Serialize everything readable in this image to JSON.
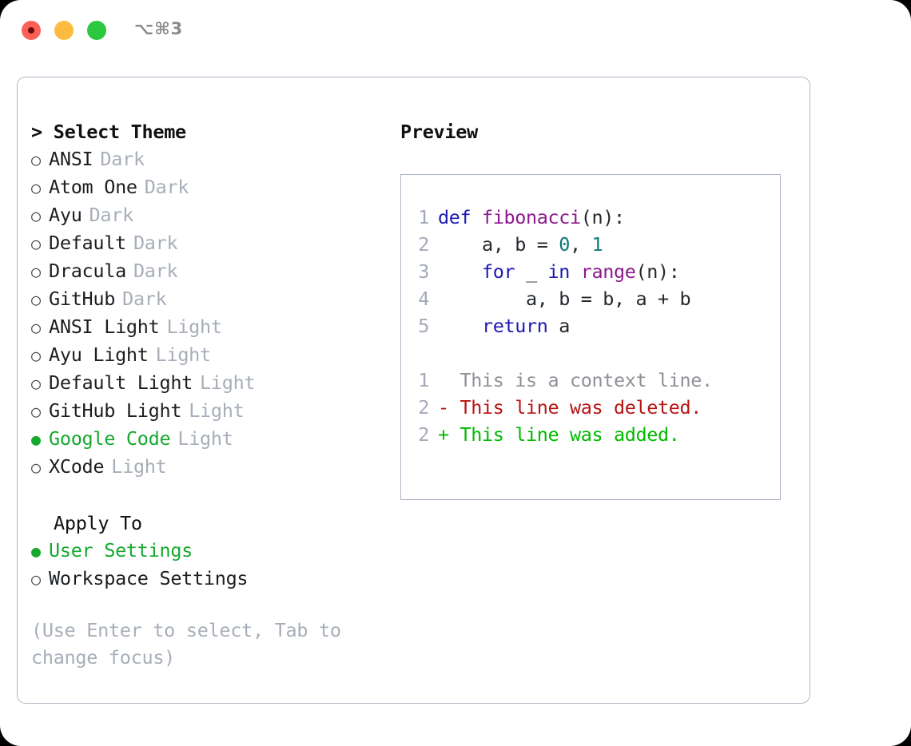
{
  "window": {
    "shortcut": "⌥⌘3",
    "lights": [
      {
        "name": "close",
        "color": "#fc6058"
      },
      {
        "name": "minimize",
        "color": "#fdbc40"
      },
      {
        "name": "maximize",
        "color": "#2bc840"
      }
    ]
  },
  "theme_picker": {
    "caret": ">",
    "title": "Select Theme",
    "bullet_off": "○",
    "bullet_on": "●",
    "options": [
      {
        "label": "ANSI",
        "tag": "Dark",
        "selected": false
      },
      {
        "label": "Atom One",
        "tag": "Dark",
        "selected": false
      },
      {
        "label": "Ayu",
        "tag": "Dark",
        "selected": false
      },
      {
        "label": "Default",
        "tag": "Dark",
        "selected": false
      },
      {
        "label": "Dracula",
        "tag": "Dark",
        "selected": false
      },
      {
        "label": "GitHub",
        "tag": "Dark",
        "selected": false
      },
      {
        "label": "ANSI Light",
        "tag": "Light",
        "selected": false
      },
      {
        "label": "Ayu Light",
        "tag": "Light",
        "selected": false
      },
      {
        "label": "Default Light",
        "tag": "Light",
        "selected": false
      },
      {
        "label": "GitHub Light",
        "tag": "Light",
        "selected": false
      },
      {
        "label": "Google Code",
        "tag": "Light",
        "selected": true
      },
      {
        "label": "XCode",
        "tag": "Light",
        "selected": false
      }
    ]
  },
  "apply_to": {
    "title": "Apply To",
    "options": [
      {
        "label": "User Settings",
        "selected": true
      },
      {
        "label": "Workspace Settings",
        "selected": false
      }
    ]
  },
  "hint": "(Use Enter to select, Tab to change focus)",
  "preview": {
    "title": "Preview",
    "code_lines": [
      {
        "no": "1",
        "tokens": [
          {
            "t": "def ",
            "c": "kw"
          },
          {
            "t": "fibonacci",
            "c": "fn"
          },
          {
            "t": "(n):",
            "c": "plain"
          }
        ]
      },
      {
        "no": "2",
        "tokens": [
          {
            "t": "    a, b = ",
            "c": "plain"
          },
          {
            "t": "0",
            "c": "num"
          },
          {
            "t": ", ",
            "c": "plain"
          },
          {
            "t": "1",
            "c": "num"
          }
        ]
      },
      {
        "no": "3",
        "tokens": [
          {
            "t": "    ",
            "c": "plain"
          },
          {
            "t": "for",
            "c": "kw"
          },
          {
            "t": " _ ",
            "c": "plain"
          },
          {
            "t": "in",
            "c": "kw"
          },
          {
            "t": " ",
            "c": "plain"
          },
          {
            "t": "range",
            "c": "fn"
          },
          {
            "t": "(n):",
            "c": "plain"
          }
        ]
      },
      {
        "no": "4",
        "tokens": [
          {
            "t": "        a, b = b, a + b",
            "c": "plain"
          }
        ]
      },
      {
        "no": "5",
        "tokens": [
          {
            "t": "    ",
            "c": "plain"
          },
          {
            "t": "return",
            "c": "kw"
          },
          {
            "t": " a",
            "c": "plain"
          }
        ]
      }
    ],
    "diff_lines": [
      {
        "no": "1",
        "marker": " ",
        "text": "This is a context line.",
        "kind": "ctx"
      },
      {
        "no": "2",
        "marker": "-",
        "text": "This line was deleted.",
        "kind": "del"
      },
      {
        "no": "2",
        "marker": "+",
        "text": "This line was added.",
        "kind": "add"
      }
    ]
  },
  "colors": {
    "panel_border": "#acb6c4",
    "accent_green": "#16a92f",
    "muted": "#a7aeb8",
    "keyword": "#1d1ab5",
    "function": "#8c1a8c",
    "number": "#0c7a76",
    "diff_add": "#00bb00",
    "diff_del": "#b81414",
    "diff_ctx": "#8e9298"
  }
}
